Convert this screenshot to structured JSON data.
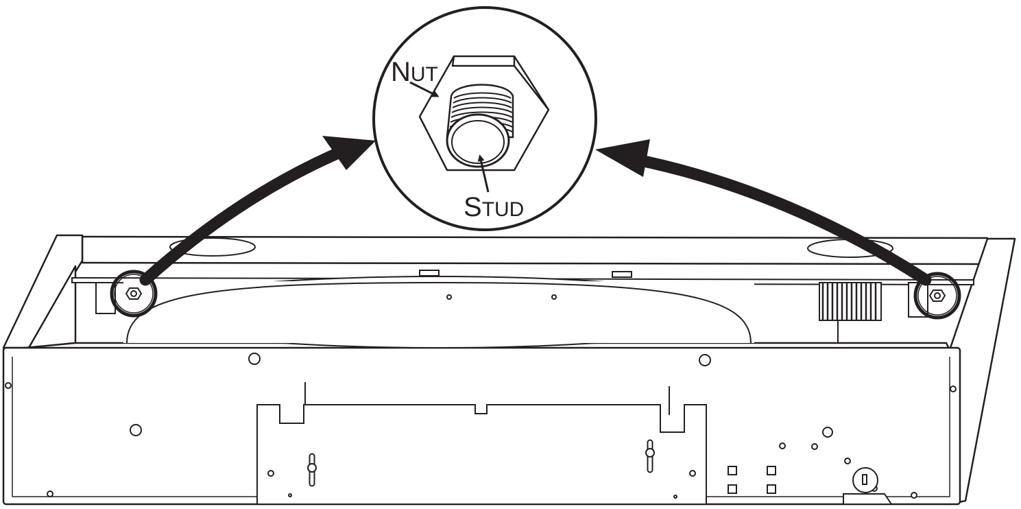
{
  "callouts": {
    "nut": {
      "first": "N",
      "rest": "UT"
    },
    "stud": {
      "first": "S",
      "rest": "TUD"
    }
  },
  "colors": {
    "line": "#231f20",
    "background": "#ffffff"
  },
  "icons": [
    "magnifier-circle",
    "curved-arrow-left",
    "curved-arrow-right",
    "hex-nut",
    "threaded-stud"
  ]
}
